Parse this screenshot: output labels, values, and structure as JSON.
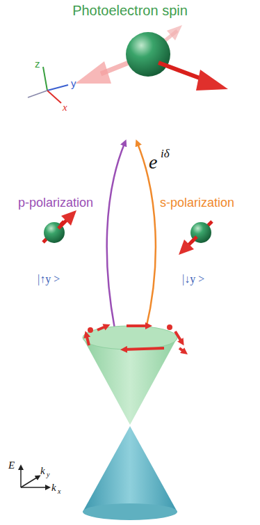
{
  "diagram": {
    "title": "Photoelectron spin",
    "labels": [
      "z",
      "y",
      "x",
      "p-polarization",
      "s-polarization",
      "e",
      "iδ",
      "|↑y >",
      "|↓y >",
      "E",
      "k",
      "y",
      "k",
      "x"
    ]
  }
}
